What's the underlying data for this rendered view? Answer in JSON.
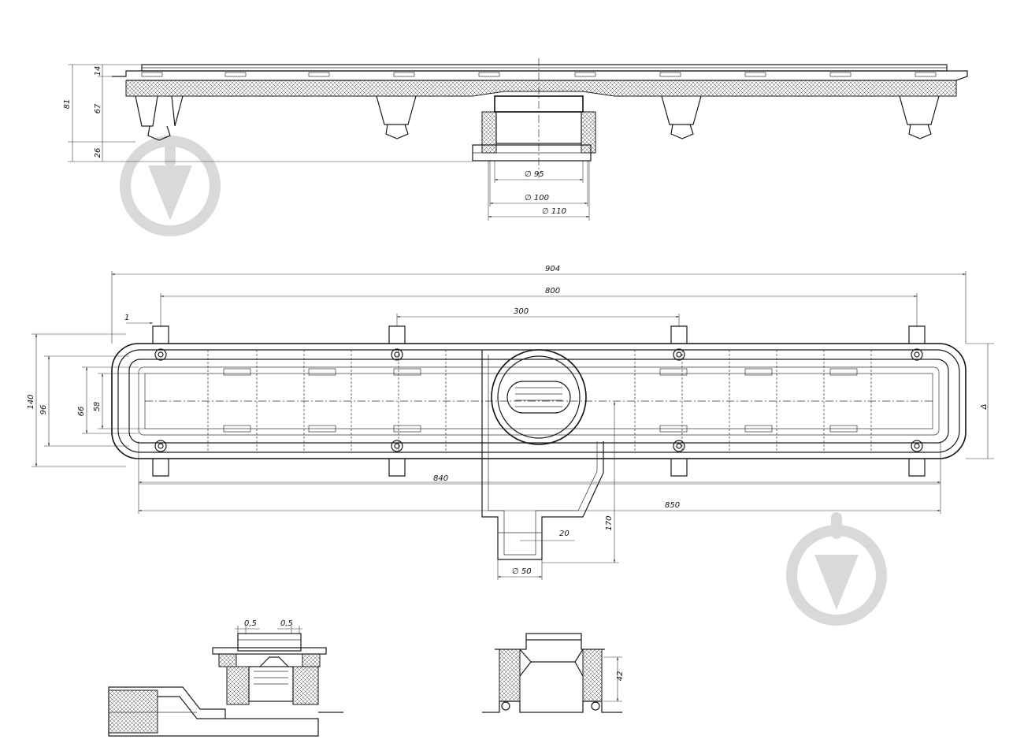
{
  "top_view": {
    "height_total": "81",
    "height_top": "14",
    "height_mid": "67",
    "height_bottom": "26",
    "dia_inner": "∅ 95",
    "dia_mid": "∅ 100",
    "dia_outer": "∅ 110"
  },
  "plan_view": {
    "len_total": "904",
    "len_holes": "800",
    "len_center": "300",
    "offset_small": "1",
    "width_total": "140",
    "width_96": "96",
    "width_66": "66",
    "width_58": "58",
    "len_840": "840",
    "len_850": "850",
    "outlet_height": "170",
    "outlet_wall": "20",
    "outlet_dia": "∅ 50",
    "side_mark": "Δ"
  },
  "detail_left": {
    "gap_left": "0,5",
    "gap_right": "0,5"
  },
  "detail_right": {
    "height": "42"
  },
  "watermark": {
    "icon_1": "download-arrow-icon",
    "icon_2": "download-arrow-icon",
    "color": "#d9d9d9"
  }
}
